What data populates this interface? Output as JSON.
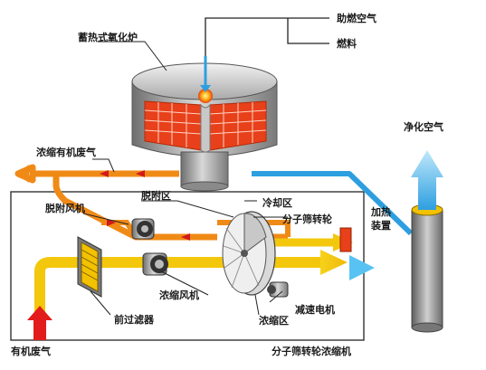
{
  "labels": {
    "oxidizer": "蓄热式氧化炉",
    "combustion_air": "助燃空气",
    "fuel": "燃料",
    "concentrated_voc": "浓缩有机废气",
    "clean_air": "净化空气",
    "desorption_zone": "脱附区",
    "desorption_fan": "脱附风机",
    "cooling_zone": "冷却区",
    "rotor": "分子筛转轮",
    "heater": "加热\n装置",
    "concentration_fan": "浓缩风机",
    "pre_filter": "前过滤器",
    "reduction_motor": "减速电机",
    "concentration_zone": "浓缩区",
    "raw_voc": "有机废气",
    "system_name": "分子筛转轮浓缩机"
  },
  "colors": {
    "hot_flow": "#f08a16",
    "raw_flow": "#f3c70c",
    "clean_flow": "#2d9fe0",
    "inlet_flow": "#e21c1c",
    "chamber": "#e8401a",
    "metal": "#9a9a9a",
    "line": "#222222"
  }
}
